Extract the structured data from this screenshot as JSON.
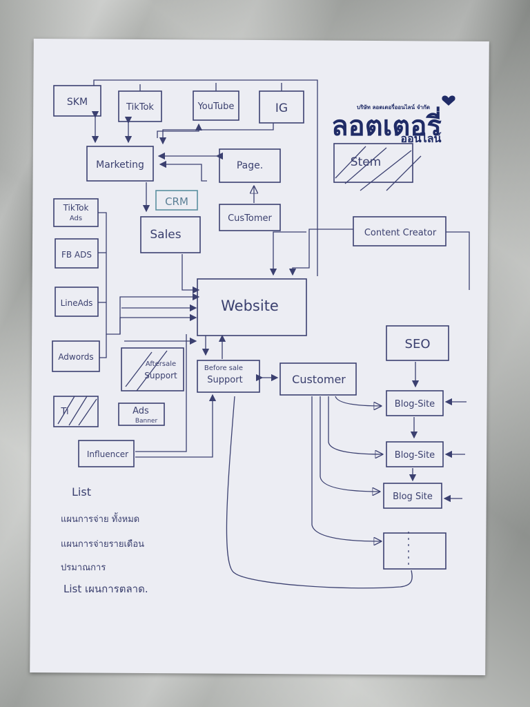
{
  "colors": {
    "ink": "#3b4070",
    "paper": "#ecedf3",
    "logo": "#1f2b66",
    "accent": "#2b3a7a"
  },
  "logo": {
    "small_line": "บริษัท ลอตเตอรี่ออนไลน์ จำกัด",
    "main": "ลอตเตอรี่",
    "sub": "ออนไลน์",
    "icon": "heart-icon"
  },
  "nodes": {
    "skm": "SKM",
    "tiktok": "TikTok",
    "youtube": "YouTube",
    "ig": "IG",
    "marketing": "Marketing",
    "page": "Page.",
    "crm": "CRM",
    "customer_top": "CusTomer",
    "sales": "Sales",
    "stem": "Stem",
    "tiktok_ads_1": "TikTok",
    "tiktok_ads_2": "Ads",
    "fb_ads": "FB ADS",
    "line_ads": "LineAds",
    "adwords": "Adwords",
    "ti": "Ti",
    "website": "Website",
    "content_creator": "Content Creator",
    "seo": "SEO",
    "aftersale_1": "Aftersale",
    "aftersale_2": "Support",
    "before_sale_1": "Before sale",
    "before_sale_2": "Support",
    "customer_mid": "Customer",
    "ads_banner_1": "Ads",
    "ads_banner_2": "Banner",
    "blog_site_1": "Blog-Site",
    "blog_site_2": "Blog-Site",
    "blog_site_3": "Blog Site",
    "influencer": "Influencer"
  },
  "notes": {
    "heading": "List",
    "line1": "แผนการจ่าย ทั้งหมด",
    "line2": "แผนการจ่ายรายเดือน",
    "line3": "ปรมาณการ",
    "line4": "List เผนการตลาด."
  }
}
